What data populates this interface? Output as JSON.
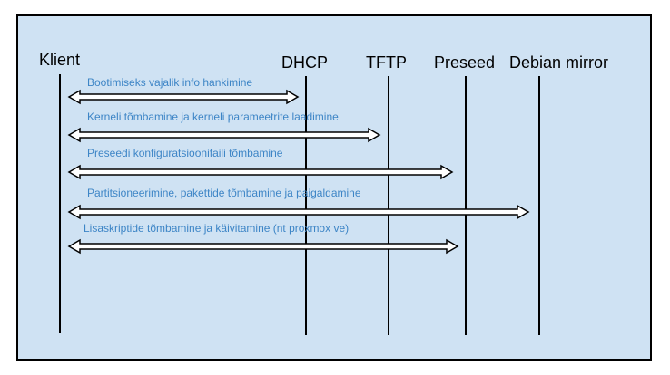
{
  "diagram": {
    "participants": [
      {
        "id": "klient",
        "label": "Klient"
      },
      {
        "id": "dhcp",
        "label": "DHCP"
      },
      {
        "id": "tftp",
        "label": "TFTP"
      },
      {
        "id": "preseed",
        "label": "Preseed"
      },
      {
        "id": "debian",
        "label": "Debian mirror"
      }
    ],
    "messages": [
      {
        "label": "Bootimiseks vajalik info hankimine",
        "from": "klient",
        "to": "dhcp"
      },
      {
        "label": "Kerneli tõmbamine ja kerneli parameetrite laadimine",
        "from": "klient",
        "to": "tftp"
      },
      {
        "label": "Preseedi konfiguratsioonifaili tõmbamine",
        "from": "klient",
        "to": "preseed"
      },
      {
        "label": "Partitsioneerimine, pakettide tõmbamine ja paigaldamine",
        "from": "klient",
        "to": "debian"
      },
      {
        "label": "Lisaskriptide tõmbamine ja käivitamine (nt proxmox ve)",
        "from": "klient",
        "to": "preseed"
      }
    ],
    "colors": {
      "background": "#cfe2f3",
      "border": "#000000",
      "arrow_fill": "#ffffff",
      "arrow_stroke": "#000000",
      "message_text": "#3d85c6",
      "lifeline": "#000000"
    }
  }
}
